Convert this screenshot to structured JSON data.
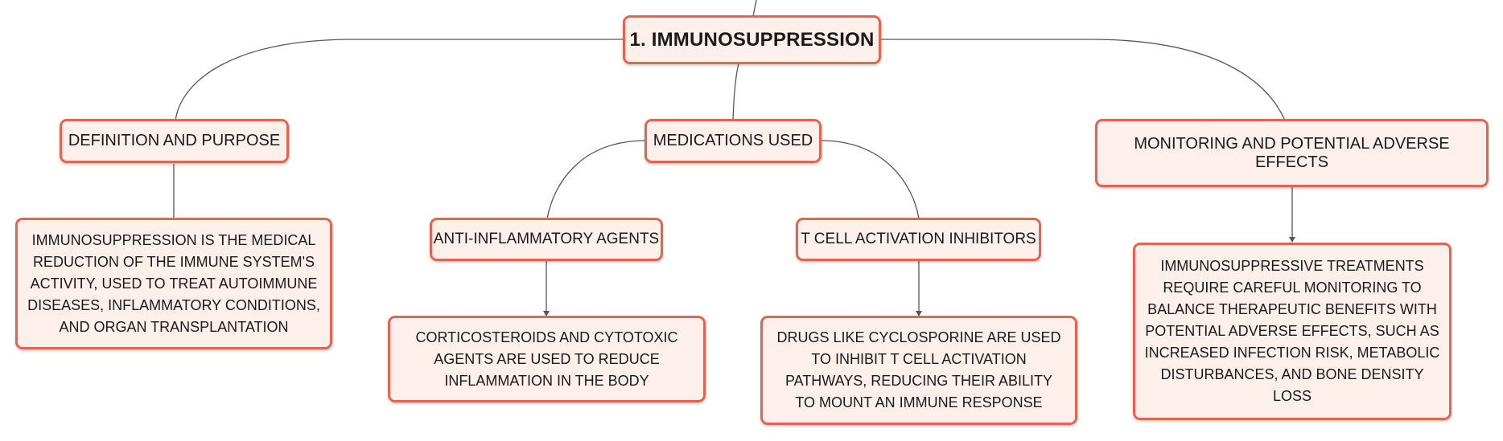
{
  "map": {
    "root": "1. IMMUNOSUPPRESSION",
    "definition": {
      "title": "DEFINITION AND PURPOSE",
      "detail": "IMMUNOSUPPRESSION IS THE MEDICAL REDUCTION OF THE IMMUNE SYSTEM'S ACTIVITY, USED TO TREAT AUTOIMMUNE DISEASES, INFLAMMATORY CONDITIONS, AND ORGAN TRANSPLANTATION"
    },
    "medications": {
      "title": "MEDICATIONS USED",
      "anti_inflammatory": {
        "title": "ANTI-INFLAMMATORY AGENTS",
        "detail": "CORTICOSTEROIDS AND CYTOTOXIC AGENTS ARE USED TO REDUCE INFLAMMATION IN THE BODY"
      },
      "t_cell": {
        "title": "T CELL ACTIVATION INHIBITORS",
        "detail": "DRUGS LIKE CYCLOSPORINE ARE USED TO INHIBIT T CELL ACTIVATION PATHWAYS, REDUCING THEIR ABILITY TO MOUNT AN IMMUNE RESPONSE"
      }
    },
    "monitoring": {
      "title": "MONITORING AND POTENTIAL ADVERSE EFFECTS",
      "detail": "IMMUNOSUPPRESSIVE TREATMENTS REQUIRE CAREFUL MONITORING TO BALANCE THERAPEUTIC BENEFITS WITH POTENTIAL ADVERSE EFFECTS, SUCH AS INCREASED INFECTION RISK, METABOLIC DISTURBANCES, AND BONE DENSITY LOSS"
    }
  },
  "colors": {
    "border": "#e8634f",
    "fill": "#fdf0ea",
    "connector": "#555555"
  }
}
